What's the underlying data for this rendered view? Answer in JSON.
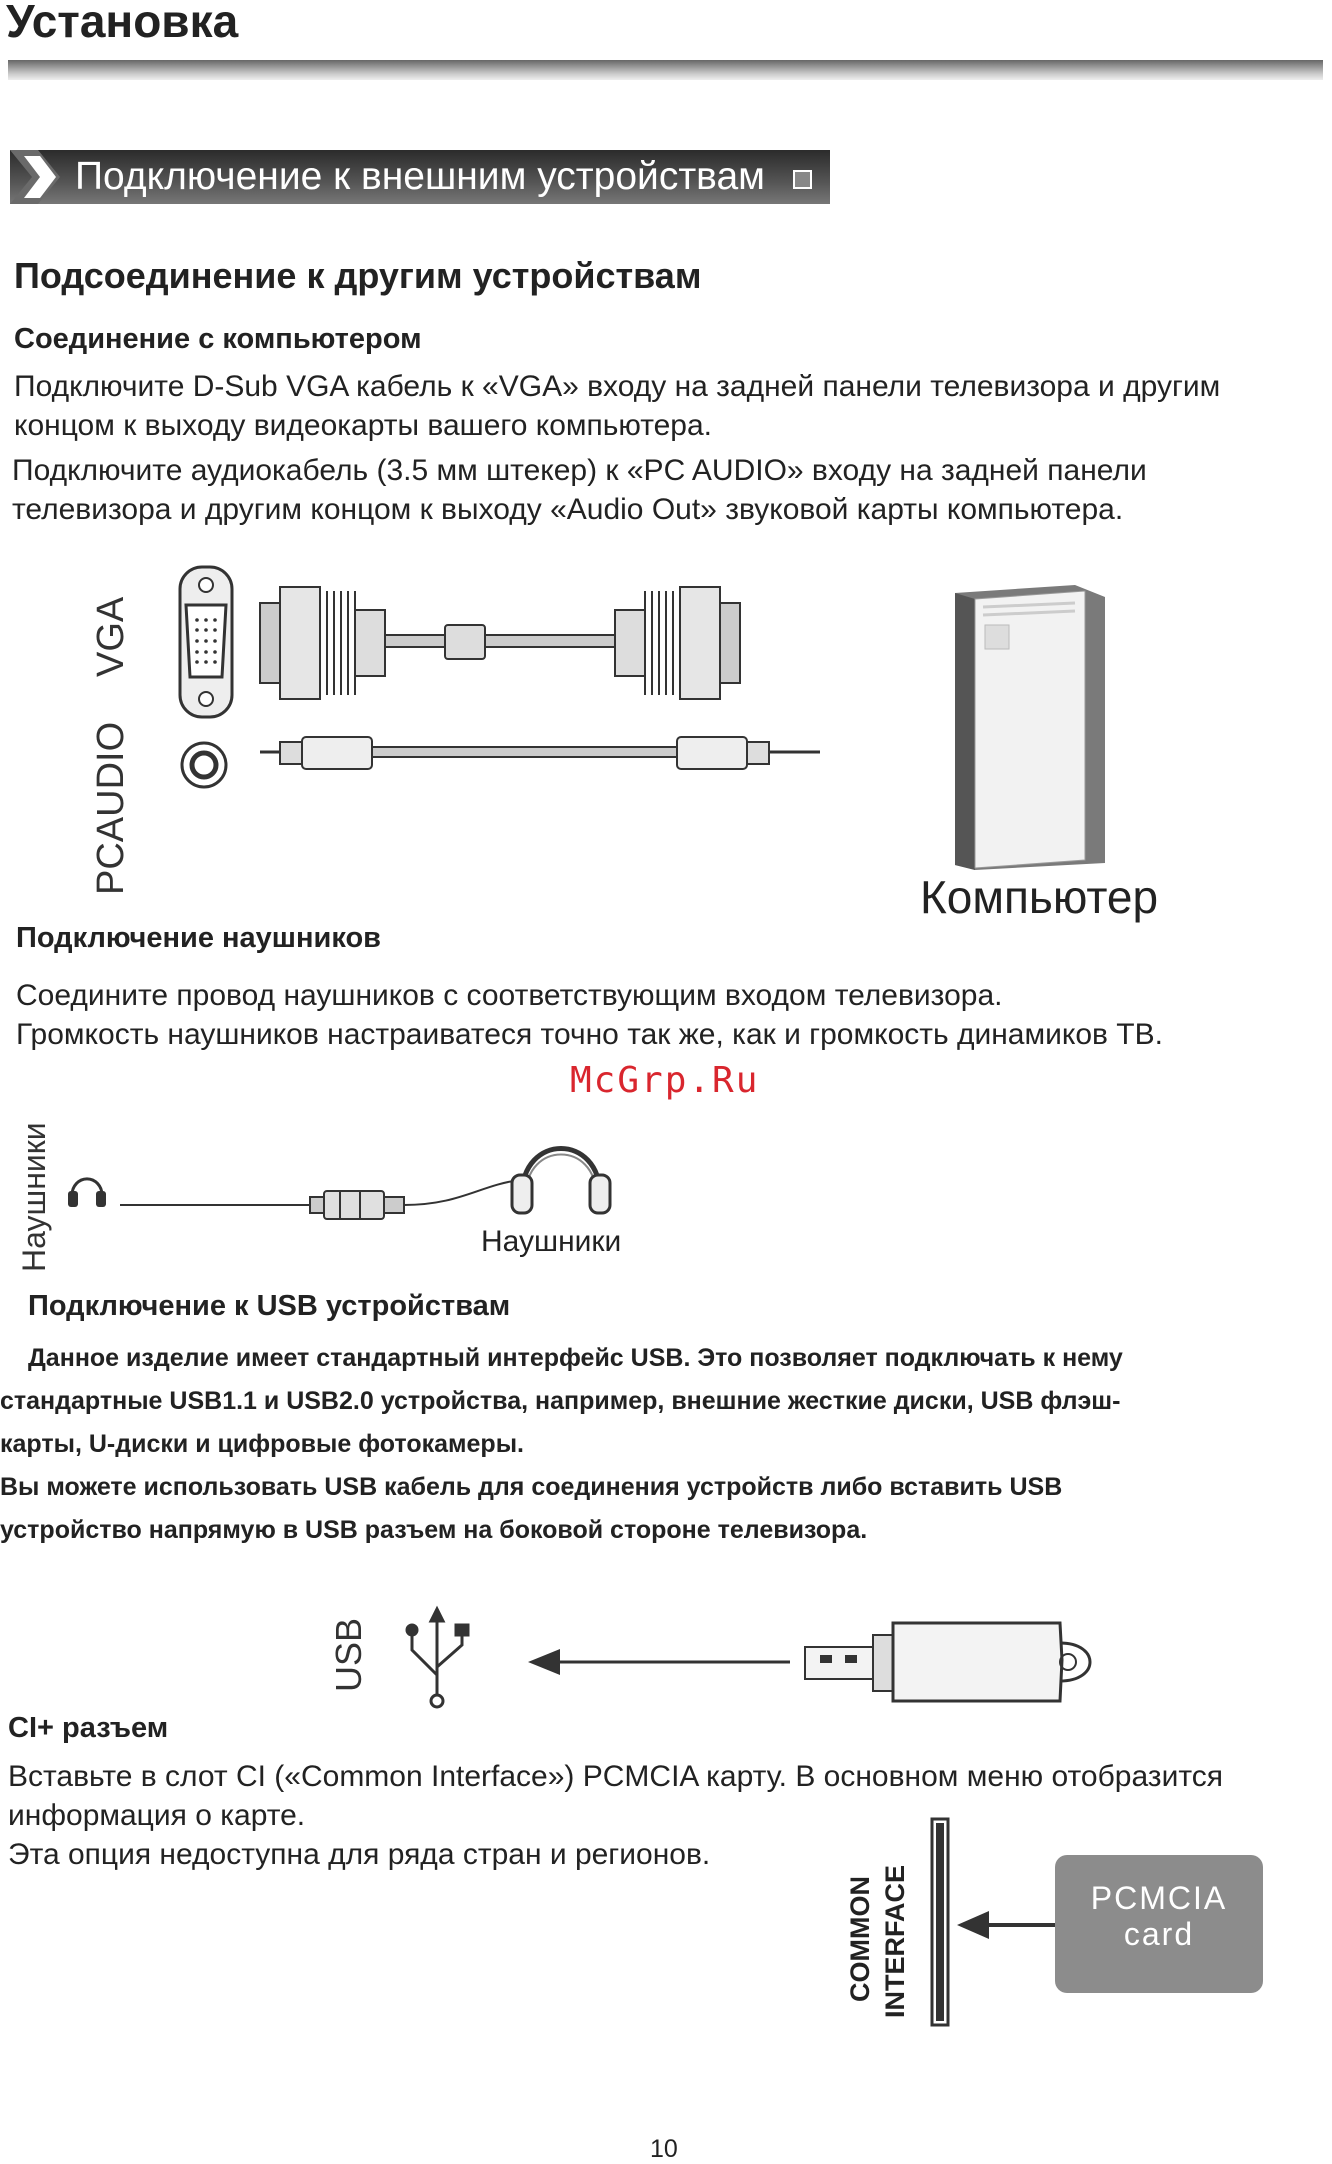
{
  "header": {
    "title": "Установка"
  },
  "banner": {
    "text": "Подключение к внешним устройствам"
  },
  "section": {
    "title": "Подсоединение к другим устройствам"
  },
  "pc": {
    "heading": "Соединение с компьютером",
    "para1_line1": "Подключите D-Sub VGA кабель к «VGA» входу на задней панели телевизора и другим",
    "para1_line2": "концом к выходу видеокарты вашего компьютера.",
    "para2_line1": "Подключите аудиокабель (3.5 мм штекер) к «PC AUDIO» входу на задней панели",
    "para2_line2": "телевизора и другим концом к выходу «Audio Out» звуковой карты компьютера.",
    "label_pcaudio": "PCAUDIO",
    "label_vga": "VGA",
    "computer_label": "Компьютер"
  },
  "headphones": {
    "heading": "Подключение наушников",
    "line1": "Соедините провод наушников с соответствующим входом телевизора.",
    "line2": "Громкость наушников настраиватеся точно так же, как и громкость динамиков ТВ.",
    "side_label": "Наушники",
    "device_label": "Наушники"
  },
  "watermark": {
    "text": "McGrp.Ru"
  },
  "usb": {
    "heading": "Подключение к USB устройствам",
    "line1": "Данное изделие имеет стандартный интерфейс USB.  Это позволяет подключать к нему",
    "line2": "стандартные USB1.1 и USB2.0 устройства, например, внешние жесткие диски, USB флэш-",
    "line3": "карты, U-диски и цифровые фотокамеры.",
    "line4": "Вы можете использовать USB кабель для соединения устройств либо вставить USB",
    "line5": "устройство напрямую в USB разъем на боковой стороне телевизора.",
    "side_label": "USB"
  },
  "ci": {
    "heading": "CI+ разъем",
    "line1": "Вставьте в слот CI («Common Interface») PCMCIA карту. В основном меню отобразится",
    "line2": "информация о карте.",
    "line3": "Эта опция недоступна для ряда стран и регионов.",
    "slot_label_1": "COMMON",
    "slot_label_2": "INTERFACE",
    "card_line1": "PCMCIA",
    "card_line2": "card"
  },
  "footer": {
    "page_number": "10"
  }
}
